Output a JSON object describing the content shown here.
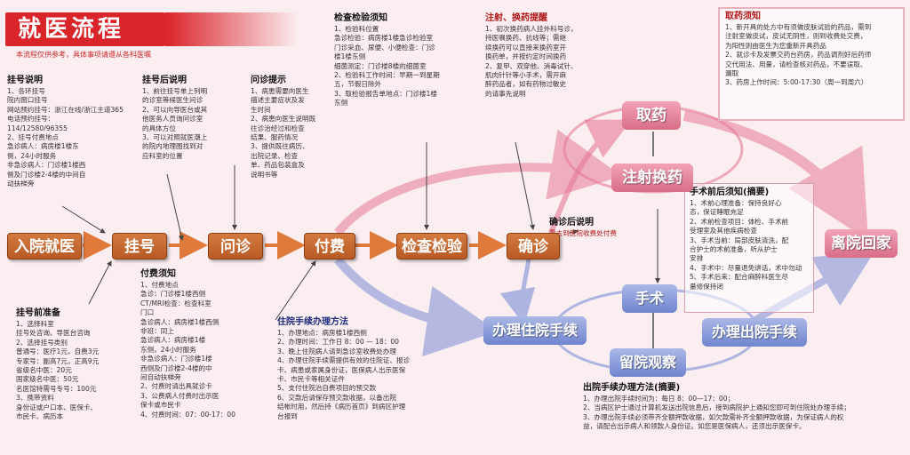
{
  "title": "就医流程",
  "subtitle": "本流程仅供参考，具体事项请遵从各科医嘱",
  "nodes": {
    "admission": "入院就医",
    "register": "挂号",
    "consult": "问诊",
    "pay": "付费",
    "exam": "检查检验",
    "diagnose": "确诊",
    "pickup": "取药",
    "injection": "注射换药",
    "discharge_home": "离院回家",
    "surgery": "手术",
    "admit_procedure": "办理住院手续",
    "observation": "留院观察",
    "discharge_procedure": "办理出院手续"
  },
  "reg_guide": {
    "title": "挂号说明",
    "lines": [
      "1、各环挂号",
      "院内窗口挂号",
      "网站预约挂号：浙江在线/浙江主道365",
      "电话预约挂号：",
      "114/12580/96355",
      "2、挂号付费地点",
      "急诊病人：病房楼1楼东",
      "侧，24小时服务",
      "非急诊病人：门诊楼1楼西",
      "侧及门诊楼2-4楼的中间自",
      "动扶梯旁"
    ]
  },
  "after_reg": {
    "title": "挂号后说明",
    "lines": [
      "1、前往挂号单上列明",
      "的诊室等候医生问诊",
      "2、可以向导医台或其",
      "他医务人员询问诊室",
      "的具体方位",
      "3、可以对照就医潮上",
      "的院内地理图找到对",
      "应科室的位置"
    ]
  },
  "consult_tips": {
    "title": "问诊提示",
    "lines": [
      "1、病患需要向医生",
      "描述主要症状及发",
      "生时间",
      "2、病患向医生说明既",
      "往诊治经过和检查",
      "结果、服药情况",
      "3、提供既往病历、",
      "出院记录、检查",
      "单、药品包装盒及",
      "说明书等"
    ]
  },
  "exam_notes": {
    "title": "检查检验须知",
    "lines": [
      "1、检验科位置",
      "急诊检验：病房楼1楼急诊检验室",
      "门诊采血、尿便、小便检查：门诊",
      "楼1楼东侧",
      "细菌测定：门诊楼8楼的细菌室",
      "2、检验科工作时间：早期一到星期",
      "五，节假日除外",
      "3、取检验报告单地点：门诊楼1楼",
      "东侧"
    ]
  },
  "injection_notes": {
    "title": "注射、换药提醒",
    "lines": [
      "1、初次换药病人挂外科号诊，",
      "持医嘱换药、抗线等；需继",
      "续换药可以直接来换药室开",
      "换药单，并按约定时间换药",
      "2、复甲、双穿他、消毒试针、",
      "肌肉针针等小手术，需开麻",
      "醉药品者，如有药物过敏史",
      "的请事先说明"
    ]
  },
  "pickup_notes": {
    "title": "取药须知",
    "lines": [
      "1、新开具的处方中有须做皮肤试验的药品，需到",
      "注射室做皮试，皮试无阴性，则到收费处交费，",
      "为阳性则由医生为您重新开具药品",
      "2、就诊卡及发票交药台药房，药品调剂好后药师",
      "交代用法、用量，请检查核对药品，不要误取、",
      "漏取",
      "3、药房上作时间：5:00-17:30（周一到周六）"
    ]
  },
  "confirm_notes": {
    "title": "确诊后说明",
    "lines": [
      "需去到医院收费处付费"
    ]
  },
  "pre_surgery": {
    "title": "手术前后须知(摘要)",
    "lines": [
      "1、术前心理准备：保持良好心",
      "态，保证睡眠充足",
      "2、术前检查项目：体检、手术前",
      "受理室及其他疾病检查",
      "3、手术当前：局部皮肤清洗，配",
      "合护士的术前准备，听从护士",
      "安排",
      "4、手术中：尽量退免讲话，术中勿动",
      "5、手术后来：配合麻醉科医生尽",
      "量修保持闭"
    ]
  },
  "pre_reg": {
    "title": "挂号前准备",
    "lines": [
      "1、选择科室",
      "挂号处咨询、导医台咨询",
      "2、选择挂号类别",
      "普通号：医疗1元，自费3元",
      "专家号：副高7元，正高9元",
      "省级名中医：20元",
      "国家级名中医：50元",
      "名医馆特需号专号：100元",
      "3、携带资料",
      "身份证或户口本、医保卡、",
      "市民卡、病历本"
    ]
  },
  "pay_notes": {
    "title": "付费须知",
    "lines": [
      "1、付费地点",
      "急诊：门诊楼1楼西侧",
      "CT/MRI检查：检查科室",
      "门口",
      "急诊病人：病房楼1楼西侧",
      "非班：同上",
      "急诊病人：病房楼1楼",
      "东侧，24小时服务",
      "非急诊病人：门诊楼1楼",
      "西侧及门诊楼2-4楼的中",
      "间自动扶梯旁",
      "2、付费时请出具就诊卡",
      "3、公费病人付费时出示医",
      "保卡或市民卡",
      "4、付费时间：07：00-17：00"
    ]
  },
  "admit_method": {
    "title": "住院手续办理方法",
    "lines": [
      "1、办理地点：病房楼1楼西侧",
      "2、办理时间：工作日 8：00 — 18：00",
      "3、晚上住院病人请到急诊室收费处办理",
      "4、办理住院手续需提供有效的住院证、报诊",
      "卡、病患或家属身份证，医保病人出示医保",
      "卡、市民卡等相关证件",
      "5、支付住院治自费项目的预交款",
      "6、交款后请保存预交款收据，以备出院",
      "结帐时用，然后持《病历首页》到病区护理",
      "台报到"
    ]
  },
  "discharge_method": {
    "title": "出院手续办理方法(摘要)",
    "lines": [
      "1、办理出院手续时间为：每日 8：00—17：00；",
      "2、当病区护士通过计算机发送出院信息后，接到病院护上通知您即可到住院处办理手续；",
      "3、办理出院手续必须带齐全额押款收据，如欠款需补齐全额押款收据，为保证病人的权",
      "益，请配合出示病人和领款人身份证。如您是医保病人，还须出示医保卡。"
    ]
  },
  "colors": {
    "title_red": "#d9242a",
    "node_orange": "#c8682f",
    "node_pink": "#e98aa1",
    "node_blue": "#8799d9",
    "flow_orange": "#e07a3a"
  }
}
